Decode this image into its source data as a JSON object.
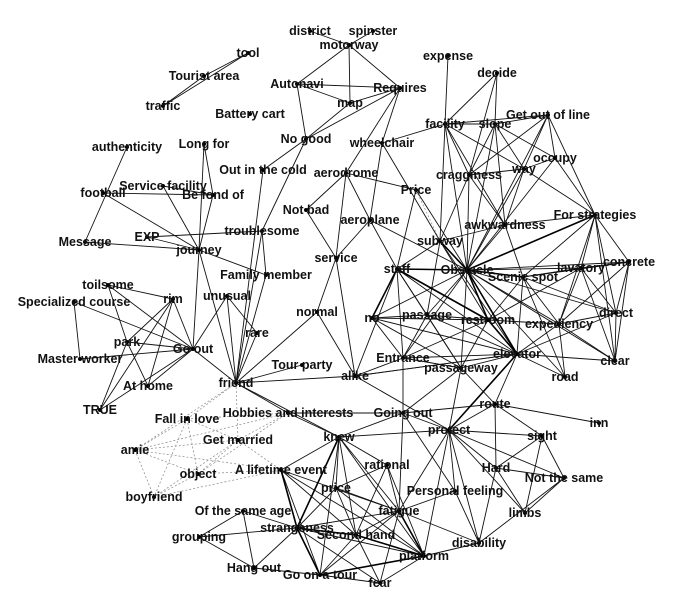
{
  "diagram": {
    "type": "network",
    "nodes": [
      {
        "id": "tool",
        "label": "tool"
      },
      {
        "id": "tourist_area",
        "label": "Tourist area"
      },
      {
        "id": "traffic",
        "label": "traffic"
      },
      {
        "id": "district",
        "label": "district"
      },
      {
        "id": "spinster",
        "label": "spinster"
      },
      {
        "id": "motorway",
        "label": "motorway"
      },
      {
        "id": "expense",
        "label": "expense"
      },
      {
        "id": "decide",
        "label": "decide"
      },
      {
        "id": "autonavi",
        "label": "Autonavi"
      },
      {
        "id": "requires",
        "label": "Requires"
      },
      {
        "id": "map",
        "label": "map"
      },
      {
        "id": "battery_cart",
        "label": "Battery cart"
      },
      {
        "id": "no_good",
        "label": "No good"
      },
      {
        "id": "authenticity",
        "label": "authenticity"
      },
      {
        "id": "long_for",
        "label": "Long for"
      },
      {
        "id": "wheelchair",
        "label": "wheelchair"
      },
      {
        "id": "facility",
        "label": "facility"
      },
      {
        "id": "slope",
        "label": "slope"
      },
      {
        "id": "get_out_of_line",
        "label": "Get out of line"
      },
      {
        "id": "out_in_the_cold",
        "label": "Out in the cold"
      },
      {
        "id": "occupy",
        "label": "occupy"
      },
      {
        "id": "cragginess",
        "label": "cragginess"
      },
      {
        "id": "way",
        "label": "way"
      },
      {
        "id": "aerodrome",
        "label": "aerodrome"
      },
      {
        "id": "football",
        "label": "football"
      },
      {
        "id": "service_facility",
        "label": "Service facility"
      },
      {
        "id": "be_fond_of",
        "label": "Be fond of"
      },
      {
        "id": "price",
        "label": "Price"
      },
      {
        "id": "not_bad",
        "label": "Not bad"
      },
      {
        "id": "aeroplane",
        "label": "aeroplane"
      },
      {
        "id": "awkwardness",
        "label": "awkwardness"
      },
      {
        "id": "strategies",
        "label": "For strategies"
      },
      {
        "id": "troublesome",
        "label": "troublesome"
      },
      {
        "id": "message",
        "label": "Message"
      },
      {
        "id": "exp",
        "label": "EXP"
      },
      {
        "id": "journey",
        "label": "journey"
      },
      {
        "id": "subway",
        "label": "subway"
      },
      {
        "id": "service",
        "label": "service"
      },
      {
        "id": "staff",
        "label": "staff"
      },
      {
        "id": "obstacle",
        "label": "Obstacle"
      },
      {
        "id": "scenic_spot",
        "label": "Scenic spot"
      },
      {
        "id": "lavatory",
        "label": "lavatory"
      },
      {
        "id": "concrete",
        "label": "concrete"
      },
      {
        "id": "family_member",
        "label": "Family member"
      },
      {
        "id": "toilsome",
        "label": "toilsome"
      },
      {
        "id": "rim",
        "label": "rim"
      },
      {
        "id": "unusual",
        "label": "unusual"
      },
      {
        "id": "specialized_course",
        "label": "Specialized course"
      },
      {
        "id": "normal",
        "label": "normal"
      },
      {
        "id": "no",
        "label": "no"
      },
      {
        "id": "passage",
        "label": "passage"
      },
      {
        "id": "restroom",
        "label": "restroom"
      },
      {
        "id": "expediency",
        "label": "expediency"
      },
      {
        "id": "direct",
        "label": "direct"
      },
      {
        "id": "park",
        "label": "park"
      },
      {
        "id": "rare",
        "label": "rare"
      },
      {
        "id": "go_out",
        "label": "Go out"
      },
      {
        "id": "entrance",
        "label": "Entrance"
      },
      {
        "id": "elevator",
        "label": "elevator"
      },
      {
        "id": "clear",
        "label": "clear"
      },
      {
        "id": "master_worker",
        "label": "Master worker"
      },
      {
        "id": "tour_party",
        "label": "Tour party"
      },
      {
        "id": "passageway",
        "label": "passageway"
      },
      {
        "id": "at_home",
        "label": "At home"
      },
      {
        "id": "friend",
        "label": "friend"
      },
      {
        "id": "alike",
        "label": "alike"
      },
      {
        "id": "road",
        "label": "road"
      },
      {
        "id": "true",
        "label": "TRUE"
      },
      {
        "id": "route",
        "label": "route"
      },
      {
        "id": "fall_in_love",
        "label": "Fall in love"
      },
      {
        "id": "hobbies",
        "label": "Hobbies and interests"
      },
      {
        "id": "going_out",
        "label": "Going out"
      },
      {
        "id": "inn",
        "label": "inn"
      },
      {
        "id": "protect",
        "label": "protect"
      },
      {
        "id": "knew",
        "label": "knew"
      },
      {
        "id": "sight",
        "label": "sight"
      },
      {
        "id": "amie",
        "label": "amie"
      },
      {
        "id": "get_married",
        "label": "Get married"
      },
      {
        "id": "rational",
        "label": "rational"
      },
      {
        "id": "hard",
        "label": "Hard"
      },
      {
        "id": "object",
        "label": "object"
      },
      {
        "id": "lifetime_event",
        "label": "A lifetime event"
      },
      {
        "id": "not_the_same",
        "label": "Not the same"
      },
      {
        "id": "boyfriend",
        "label": "boyfriend"
      },
      {
        "id": "price2",
        "label": "price"
      },
      {
        "id": "personal_feeling",
        "label": "Personal feeling"
      },
      {
        "id": "limbs",
        "label": "limbs"
      },
      {
        "id": "same_age",
        "label": "Of the same age"
      },
      {
        "id": "fatigue",
        "label": "fatigue"
      },
      {
        "id": "strangeness",
        "label": "strangeness"
      },
      {
        "id": "second_hand",
        "label": "Second hand"
      },
      {
        "id": "disability",
        "label": "disability"
      },
      {
        "id": "grouping",
        "label": "grouping"
      },
      {
        "id": "platform",
        "label": "platform"
      },
      {
        "id": "hang_out",
        "label": "Hang out"
      },
      {
        "id": "go_on_a_tour",
        "label": "Go on a tour"
      },
      {
        "id": "fear",
        "label": "fear"
      }
    ]
  }
}
